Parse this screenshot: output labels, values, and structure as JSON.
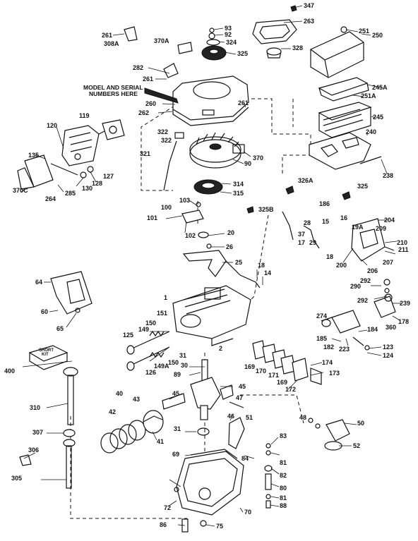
{
  "diagram": {
    "note": [
      "MODEL and SERIAL",
      "NUMBERS HERE"
    ],
    "box_label": [
      "SHORT",
      "KIT"
    ],
    "callouts": [
      {
        "id": "347",
        "text": "347"
      },
      {
        "id": "263",
        "text": "263"
      },
      {
        "id": "251",
        "text": "251"
      },
      {
        "id": "250",
        "text": "250"
      },
      {
        "id": "93",
        "text": "93"
      },
      {
        "id": "92",
        "text": "92"
      },
      {
        "id": "324",
        "text": "324"
      },
      {
        "id": "325",
        "text": "325"
      },
      {
        "id": "328",
        "text": "328"
      },
      {
        "id": "261a",
        "text": "261"
      },
      {
        "id": "308A",
        "text": "308A"
      },
      {
        "id": "370A",
        "text": "370A"
      },
      {
        "id": "282",
        "text": "282"
      },
      {
        "id": "261b",
        "text": "261"
      },
      {
        "id": "245A",
        "text": "245A"
      },
      {
        "id": "251A",
        "text": "251A"
      },
      {
        "id": "260",
        "text": "260"
      },
      {
        "id": "262",
        "text": "262"
      },
      {
        "id": "261c",
        "text": "261"
      },
      {
        "id": "245",
        "text": "245"
      },
      {
        "id": "240",
        "text": "240"
      },
      {
        "id": "119",
        "text": "119"
      },
      {
        "id": "120",
        "text": "120"
      },
      {
        "id": "322a",
        "text": "322"
      },
      {
        "id": "322b",
        "text": "322"
      },
      {
        "id": "321",
        "text": "321"
      },
      {
        "id": "370",
        "text": "370"
      },
      {
        "id": "90",
        "text": "90"
      },
      {
        "id": "238",
        "text": "238"
      },
      {
        "id": "135",
        "text": "135"
      },
      {
        "id": "127",
        "text": "127"
      },
      {
        "id": "128",
        "text": "128"
      },
      {
        "id": "130",
        "text": "130"
      },
      {
        "id": "285",
        "text": "285"
      },
      {
        "id": "264",
        "text": "264"
      },
      {
        "id": "370C",
        "text": "370C"
      },
      {
        "id": "314",
        "text": "314"
      },
      {
        "id": "315",
        "text": "315"
      },
      {
        "id": "326A",
        "text": "326A"
      },
      {
        "id": "325b",
        "text": "325"
      },
      {
        "id": "103",
        "text": "103"
      },
      {
        "id": "100",
        "text": "100"
      },
      {
        "id": "101",
        "text": "101"
      },
      {
        "id": "102",
        "text": "102"
      },
      {
        "id": "325B",
        "text": "325B"
      },
      {
        "id": "186",
        "text": "186"
      },
      {
        "id": "20",
        "text": "20"
      },
      {
        "id": "26",
        "text": "26"
      },
      {
        "id": "25",
        "text": "25"
      },
      {
        "id": "18",
        "text": "18"
      },
      {
        "id": "14",
        "text": "14"
      },
      {
        "id": "64",
        "text": "64"
      },
      {
        "id": "60",
        "text": "60"
      },
      {
        "id": "65",
        "text": "65"
      },
      {
        "id": "204",
        "text": "204"
      },
      {
        "id": "209",
        "text": "209"
      },
      {
        "id": "19A",
        "text": "19A"
      },
      {
        "id": "15",
        "text": "15"
      },
      {
        "id": "16",
        "text": "16"
      },
      {
        "id": "37",
        "text": "37"
      },
      {
        "id": "28",
        "text": "28"
      },
      {
        "id": "17",
        "text": "17"
      },
      {
        "id": "29",
        "text": "29"
      },
      {
        "id": "18b",
        "text": "18"
      },
      {
        "id": "200",
        "text": "200"
      },
      {
        "id": "210",
        "text": "210"
      },
      {
        "id": "211",
        "text": "211"
      },
      {
        "id": "207",
        "text": "207"
      },
      {
        "id": "206",
        "text": "206"
      },
      {
        "id": "292a",
        "text": "292"
      },
      {
        "id": "290",
        "text": "290"
      },
      {
        "id": "292b",
        "text": "292"
      },
      {
        "id": "239",
        "text": "239"
      },
      {
        "id": "178",
        "text": "178"
      },
      {
        "id": "360",
        "text": "360"
      },
      {
        "id": "274",
        "text": "274"
      },
      {
        "id": "184",
        "text": "184"
      },
      {
        "id": "185",
        "text": "185"
      },
      {
        "id": "182",
        "text": "182"
      },
      {
        "id": "223",
        "text": "223"
      },
      {
        "id": "123",
        "text": "123"
      },
      {
        "id": "124",
        "text": "124"
      },
      {
        "id": "151",
        "text": "151"
      },
      {
        "id": "150",
        "text": "150"
      },
      {
        "id": "149",
        "text": "149"
      },
      {
        "id": "125",
        "text": "125"
      },
      {
        "id": "1",
        "text": "1"
      },
      {
        "id": "2",
        "text": "2"
      },
      {
        "id": "400",
        "text": "400"
      },
      {
        "id": "31b",
        "text": "31"
      },
      {
        "id": "150b",
        "text": "150"
      },
      {
        "id": "149A",
        "text": "149A"
      },
      {
        "id": "126",
        "text": "126"
      },
      {
        "id": "30",
        "text": "30"
      },
      {
        "id": "89",
        "text": "89"
      },
      {
        "id": "169",
        "text": "169"
      },
      {
        "id": "170",
        "text": "170"
      },
      {
        "id": "171",
        "text": "171"
      },
      {
        "id": "169b",
        "text": "169"
      },
      {
        "id": "174",
        "text": "174"
      },
      {
        "id": "173",
        "text": "173"
      },
      {
        "id": "172",
        "text": "172"
      },
      {
        "id": "310",
        "text": "310"
      },
      {
        "id": "40",
        "text": "40"
      },
      {
        "id": "43",
        "text": "43"
      },
      {
        "id": "45",
        "text": "45"
      },
      {
        "id": "45b",
        "text": "45"
      },
      {
        "id": "47",
        "text": "47"
      },
      {
        "id": "42",
        "text": "42"
      },
      {
        "id": "41",
        "text": "41"
      },
      {
        "id": "46",
        "text": "46"
      },
      {
        "id": "51",
        "text": "51"
      },
      {
        "id": "48",
        "text": "48"
      },
      {
        "id": "50",
        "text": "50"
      },
      {
        "id": "307",
        "text": "307"
      },
      {
        "id": "31",
        "text": "31"
      },
      {
        "id": "52",
        "text": "52"
      },
      {
        "id": "306",
        "text": "306"
      },
      {
        "id": "69",
        "text": "69"
      },
      {
        "id": "84",
        "text": "84"
      },
      {
        "id": "83",
        "text": "83"
      },
      {
        "id": "81",
        "text": "81"
      },
      {
        "id": "82",
        "text": "82"
      },
      {
        "id": "305",
        "text": "305"
      },
      {
        "id": "80",
        "text": "80"
      },
      {
        "id": "81b",
        "text": "81"
      },
      {
        "id": "88",
        "text": "88"
      },
      {
        "id": "72",
        "text": "72"
      },
      {
        "id": "70",
        "text": "70"
      },
      {
        "id": "86",
        "text": "86"
      },
      {
        "id": "75",
        "text": "75"
      }
    ]
  }
}
